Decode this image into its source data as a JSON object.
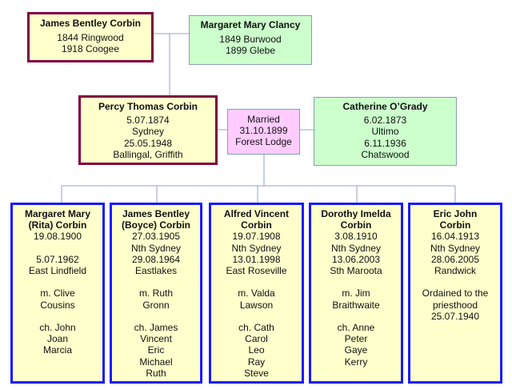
{
  "grandparents": {
    "father": {
      "name": "James Bentley Corbin",
      "lines": [
        "1844 Ringwood",
        "1918 Coogee"
      ]
    },
    "mother": {
      "name": "Margaret Mary Clancy",
      "lines": [
        "1849 Burwood",
        "1899 Glebe"
      ]
    }
  },
  "parents": {
    "father": {
      "name": "Percy Thomas Corbin",
      "lines": [
        "5.07.1874",
        "Sydney",
        "25.05.1948",
        "Ballingal, Griffith"
      ]
    },
    "marriage": {
      "lines": [
        "Married",
        "31.10.1899",
        "Forest Lodge"
      ]
    },
    "mother": {
      "name": "Catherine O’Grady",
      "lines": [
        "6.02.1873",
        "Ultimo",
        "6.11.1936",
        "Chatswood"
      ]
    }
  },
  "children": [
    {
      "name": [
        "Margaret Mary",
        "(Rita) Corbin"
      ],
      "lines": [
        "19.08.1900",
        "",
        "5.07.1962",
        "East Lindfield",
        "",
        "m. Clive",
        "Cousins",
        "",
        "ch. John",
        "Joan",
        "Marcia"
      ]
    },
    {
      "name": [
        "James Bentley",
        "(Boyce) Corbin"
      ],
      "lines": [
        "27.03.1905",
        "Nth Sydney",
        "29.08.1964",
        "Eastlakes",
        "",
        "m. Ruth",
        "Gronn",
        "",
        "ch. James",
        "Vincent",
        "Eric",
        "Michael",
        "Ruth"
      ]
    },
    {
      "name": [
        "Alfred Vincent",
        "Corbin"
      ],
      "lines": [
        "19.07.1908",
        "Nth Sydney",
        "13.01.1998",
        "East Roseville",
        "",
        "m. Valda",
        "Lawson",
        "",
        "ch. Cath",
        "Carol",
        "Leo",
        "Ray",
        "Steve"
      ]
    },
    {
      "name": [
        "Dorothy Imelda",
        "Corbin"
      ],
      "lines": [
        "3.08.1910",
        "Nth Sydney",
        "13.06.2003",
        "Sth Maroota",
        "",
        "m. Jim",
        "Braithwaite",
        "",
        "ch. Anne",
        "Peter",
        "Gaye",
        "Kerry"
      ]
    },
    {
      "name": [
        "Eric John",
        "Corbin"
      ],
      "lines": [
        "16.04.1913",
        "Nth Sydney",
        "28.06.2005",
        "Randwick",
        "",
        "Ordained to the",
        "priesthood",
        "25.07.1940"
      ]
    }
  ]
}
